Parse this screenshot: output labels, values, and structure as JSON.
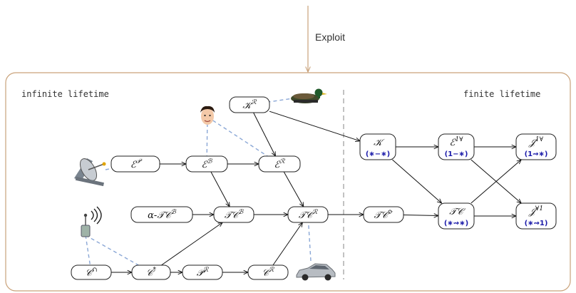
{
  "top_label": "Exploit",
  "regions": {
    "left": "infinite lifetime",
    "right": "finite lifetime"
  },
  "colors": {
    "frame": "#c9a27a",
    "dashed_link": "#8aa7d6",
    "subscript": "#1c1caa",
    "divider": "#999999"
  },
  "nodes": [
    {
      "id": "eP",
      "main": "ℰ",
      "sup": "𝒫",
      "sub": ""
    },
    {
      "id": "eB",
      "main": "ℰ",
      "sup": "ℬ",
      "sub": ""
    },
    {
      "id": "eR",
      "main": "ℰ",
      "sup": "ℛ",
      "sub": ""
    },
    {
      "id": "kR",
      "main": "𝒦",
      "sup": "ℛ",
      "sub": ""
    },
    {
      "id": "alphaTCB",
      "main": "α-𝒯𝒞",
      "sup": "ℬ",
      "sub": ""
    },
    {
      "id": "tcB",
      "main": "𝒯𝒞",
      "sup": "ℬ",
      "sub": ""
    },
    {
      "id": "tcR",
      "main": "𝒯𝒞",
      "sup": "ℛ",
      "sub": ""
    },
    {
      "id": "tcO",
      "main": "𝒯𝒞",
      "sup": "⟳",
      "sub": ""
    },
    {
      "id": "cCap",
      "main": "𝒞",
      "sup": "∩",
      "sub": ""
    },
    {
      "id": "cStar",
      "main": "𝒞",
      "sup": "*",
      "sub": ""
    },
    {
      "id": "pR",
      "main": "𝒫",
      "sup": "ℛ",
      "sub": ""
    },
    {
      "id": "cR",
      "main": "𝒞",
      "sup": "ℛ",
      "sub": ""
    },
    {
      "id": "K",
      "main": "𝒦",
      "sup": "",
      "sub": "(∗−∗)"
    },
    {
      "id": "e1A",
      "main": "ℰ",
      "sup": "1∀",
      "sub": "(1−∗)"
    },
    {
      "id": "TC",
      "main": "𝒯𝒞",
      "sup": "",
      "sub": "(∗⇝∗)"
    },
    {
      "id": "j1A",
      "main": "𝒥",
      "sup": "1∀",
      "sub": "(1⇝∗)"
    },
    {
      "id": "jA1",
      "main": "𝒥",
      "sup": "∀1",
      "sub": "(∗⇝1)"
    }
  ],
  "edges": [
    [
      "eP",
      "eB"
    ],
    [
      "eB",
      "eR"
    ],
    [
      "kR",
      "eR"
    ],
    [
      "kR",
      "K"
    ],
    [
      "eB",
      "tcB"
    ],
    [
      "eR",
      "tcR"
    ],
    [
      "alphaTCB",
      "tcB"
    ],
    [
      "tcB",
      "tcR"
    ],
    [
      "tcR",
      "tcO"
    ],
    [
      "tcO",
      "TC"
    ],
    [
      "cCap",
      "cStar"
    ],
    [
      "cStar",
      "pR"
    ],
    [
      "pR",
      "cR"
    ],
    [
      "cR",
      "tcR"
    ],
    [
      "cStar",
      "tcB"
    ],
    [
      "K",
      "e1A"
    ],
    [
      "K",
      "TC"
    ],
    [
      "e1A",
      "j1A"
    ],
    [
      "e1A",
      "jA1"
    ],
    [
      "TC",
      "j1A"
    ],
    [
      "TC",
      "jA1"
    ]
  ],
  "icons": [
    {
      "id": "duck",
      "name": "duck-icon"
    },
    {
      "id": "face",
      "name": "person-face-icon"
    },
    {
      "id": "dish",
      "name": "satellite-dish-icon"
    },
    {
      "id": "antenna",
      "name": "antenna-icon"
    },
    {
      "id": "car",
      "name": "car-icon"
    }
  ],
  "dashed_links": [
    [
      "duck",
      "kR"
    ],
    [
      "face",
      "eB"
    ],
    [
      "face",
      "eR"
    ],
    [
      "dish",
      "eP"
    ],
    [
      "antenna",
      "cCap"
    ],
    [
      "antenna",
      "cStar"
    ],
    [
      "car",
      "tcR"
    ]
  ]
}
